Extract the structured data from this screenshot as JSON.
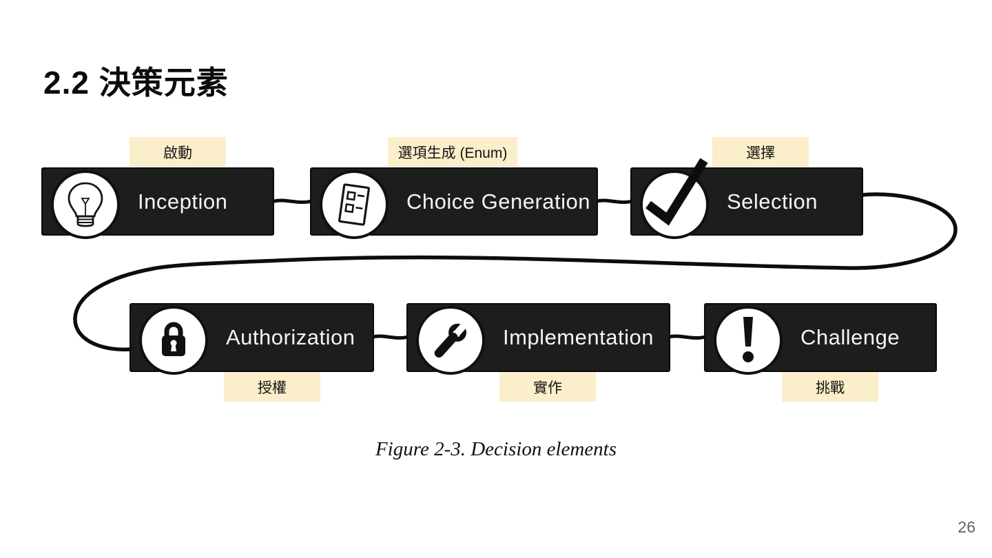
{
  "slide": {
    "title": "2.2 決策元素",
    "figure_caption": "Figure 2-3. Decision elements",
    "page_number": "26"
  },
  "colors": {
    "background": "#ffffff",
    "box_bg": "#1d1d1d",
    "box_text": "#f6f4ef",
    "label_bg": "#fbeeca",
    "label_text": "#141414",
    "line": "#0d0d0d",
    "page_number": "#5f6368"
  },
  "diagram": {
    "stages": [
      {
        "id": "inception",
        "label": "Inception",
        "tag": "啟動",
        "tag_position": "above",
        "icon": "lightbulb-icon"
      },
      {
        "id": "choice-generation",
        "label": "Choice Generation",
        "tag": "選項生成 (Enum)",
        "tag_position": "above",
        "icon": "checklist-icon"
      },
      {
        "id": "selection",
        "label": "Selection",
        "tag": "選擇",
        "tag_position": "above",
        "icon": "checkmark-icon"
      },
      {
        "id": "authorization",
        "label": "Authorization",
        "tag": "授權",
        "tag_position": "below",
        "icon": "padlock-icon"
      },
      {
        "id": "implementation",
        "label": "Implementation",
        "tag": "實作",
        "tag_position": "below",
        "icon": "wrench-icon"
      },
      {
        "id": "challenge",
        "label": "Challenge",
        "tag": "挑戰",
        "tag_position": "below",
        "icon": "exclamation-icon"
      }
    ]
  }
}
